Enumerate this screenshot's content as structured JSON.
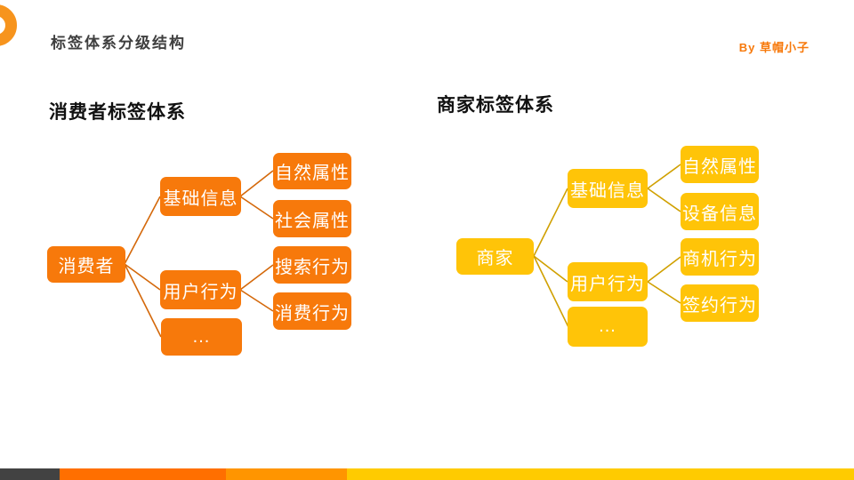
{
  "header": {
    "title": "标签体系分级结构",
    "byline": "By 草帽小子"
  },
  "consumer": {
    "heading": "消费者标签体系",
    "root": "消费者",
    "branches": [
      "基础信息",
      "用户行为",
      "..."
    ],
    "leaves": [
      "自然属性",
      "社会属性",
      "搜索行为",
      "消费行为"
    ]
  },
  "merchant": {
    "heading": "商家标签体系",
    "root": "商家",
    "branches": [
      "基础信息",
      "用户行为",
      "..."
    ],
    "leaves": [
      "自然属性",
      "设备信息",
      "商机行为",
      "签约行为"
    ]
  },
  "colors": {
    "consumer_node": "#F7790B",
    "consumer_line": "#D4680A",
    "merchant_node": "#FFC408",
    "merchant_line": "#D0A000",
    "logo_ring": "#F7941D",
    "title_text": "#3F3F3F",
    "byline_text": "#F7790B",
    "footer_segments": [
      "#424242",
      "#FF6F00",
      "#FF9500",
      "#FFCB00"
    ]
  }
}
